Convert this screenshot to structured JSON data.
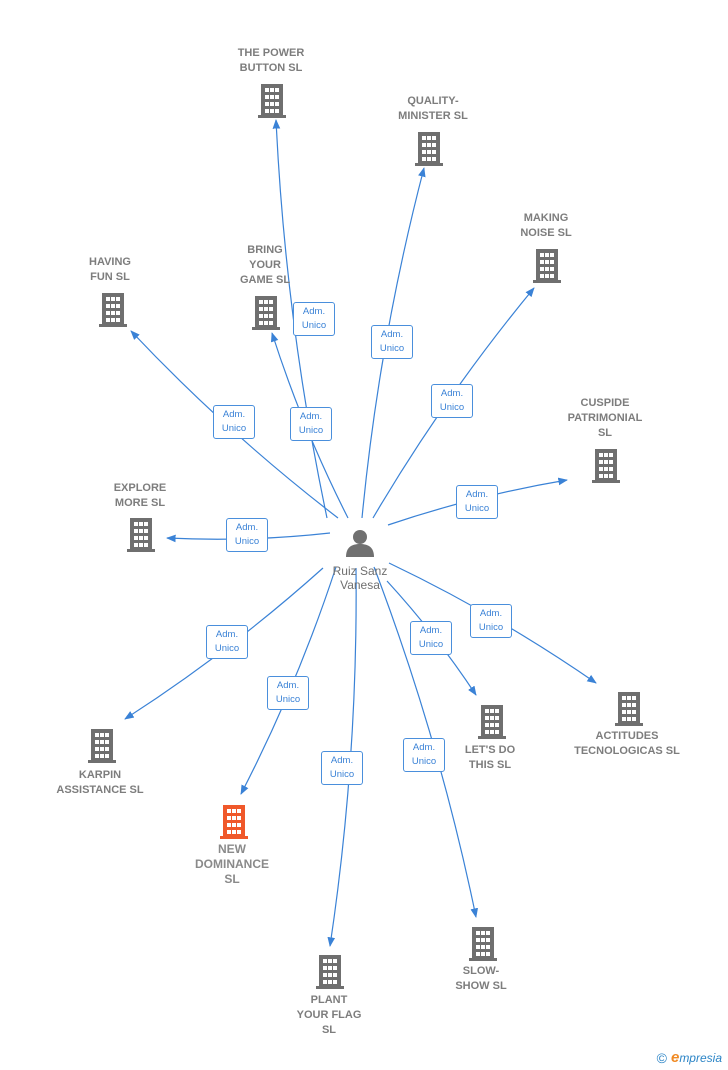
{
  "center": {
    "name": "Ruiz Sanz\nVanesa",
    "icon": "person-icon"
  },
  "role_label": "Adm.\nUnico",
  "companies": [
    {
      "id": "the-power-button",
      "label": "THE POWER\nBUTTON  SL",
      "icon": "building-icon",
      "highlight": false
    },
    {
      "id": "quality-minister",
      "label": "QUALITY-\nMINISTER  SL",
      "icon": "building-icon",
      "highlight": false
    },
    {
      "id": "making-noise",
      "label": "MAKING\nNOISE  SL",
      "icon": "building-icon",
      "highlight": false
    },
    {
      "id": "bring-your-game",
      "label": "BRING\nYOUR\nGAME  SL",
      "icon": "building-icon",
      "highlight": false
    },
    {
      "id": "having-fun",
      "label": "HAVING\nFUN  SL",
      "icon": "building-icon",
      "highlight": false
    },
    {
      "id": "cuspide-patrimonial",
      "label": "CUSPIDE\nPATRIMONIAL\nSL",
      "icon": "building-icon",
      "highlight": false
    },
    {
      "id": "explore-more",
      "label": "EXPLORE\nMORE  SL",
      "icon": "building-icon",
      "highlight": false
    },
    {
      "id": "karpin-assistance",
      "label": "KARPIN\nASSISTANCE SL",
      "icon": "building-icon",
      "highlight": false
    },
    {
      "id": "new-dominance",
      "label": "NEW\nDOMINANCE\nSL",
      "icon": "building-icon",
      "highlight": true
    },
    {
      "id": "plant-your-flag",
      "label": "PLANT\nYOUR FLAG\nSL",
      "icon": "building-icon",
      "highlight": false
    },
    {
      "id": "slow-show",
      "label": "SLOW-\nSHOW  SL",
      "icon": "building-icon",
      "highlight": false
    },
    {
      "id": "lets-do-this",
      "label": "LET'S DO\nTHIS  SL",
      "icon": "building-icon",
      "highlight": false
    },
    {
      "id": "actitudes-tecnologicas",
      "label": "ACTITUDES\nTECNOLOGICAS SL",
      "icon": "building-icon",
      "highlight": false
    }
  ],
  "colors": {
    "edge": "#3a82d6",
    "building": "#6f6f6f",
    "highlight": "#f0582a",
    "person": "#707070"
  },
  "footer": {
    "copyright": "©",
    "brand_initial": "e",
    "brand_rest": "mpresia"
  }
}
